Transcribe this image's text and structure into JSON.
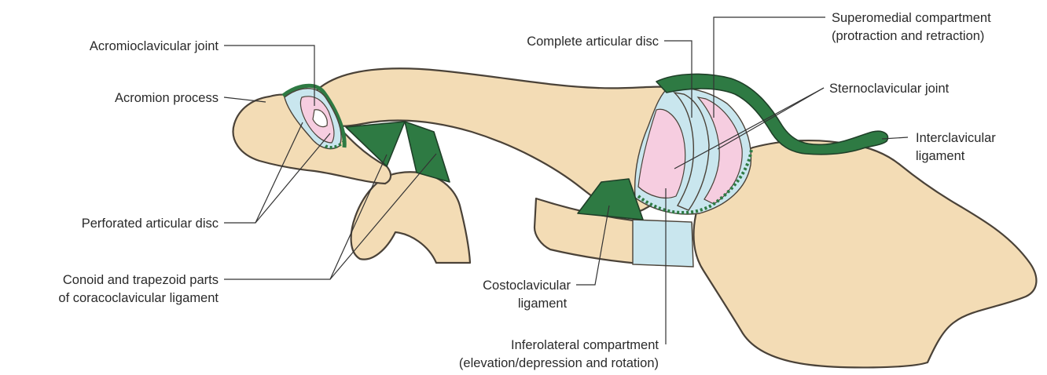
{
  "labels": {
    "acromioclavicular_joint": "Acromioclavicular joint",
    "acromion_process": "Acromion process",
    "perforated_disc": "Perforated articular disc",
    "conoid_trapezoid_1": "Conoid and trapezoid parts",
    "conoid_trapezoid_2": "of coracoclavicular ligament",
    "complete_disc": "Complete articular disc",
    "superomedial_1": "Superomedial compartment",
    "superomedial_2": "(protraction and retraction)",
    "sternoclavicular_joint": "Sternoclavicular joint",
    "interclavicular_1": "Interclavicular",
    "interclavicular_2": "ligament",
    "costoclavicular_1": "Costoclavicular",
    "costoclavicular_2": "ligament",
    "inferolateral_1": "Inferolateral compartment",
    "inferolateral_2": "(elevation/depression and rotation)"
  },
  "colors": {
    "bone": "#f3dcb5",
    "ligament": "#2e7a43",
    "cartilage": "#c9e6ee",
    "synovial": "#f6cde0",
    "outline": "#4a4238"
  }
}
